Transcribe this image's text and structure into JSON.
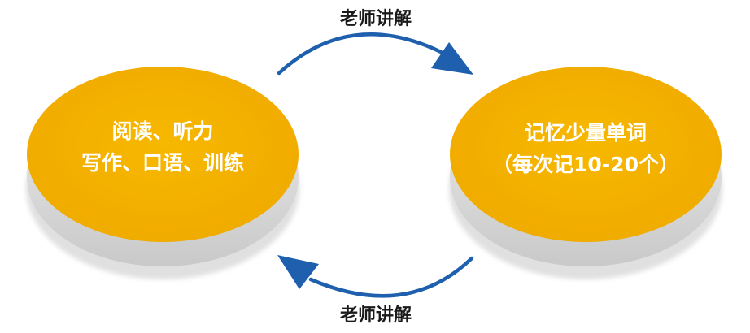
{
  "nodes": [
    {
      "id": "left",
      "lines": [
        "阅读、听力",
        "写作、口语、训练"
      ]
    },
    {
      "id": "right",
      "lines": [
        "记忆少量单词",
        "（每次记10-20个）"
      ]
    }
  ],
  "arrows": [
    {
      "id": "top",
      "label": "老师讲解"
    },
    {
      "id": "bottom",
      "label": "老师讲解"
    }
  ],
  "colors": {
    "disc_fill": "#F5B400",
    "disc_side": "#E4E4E4",
    "disc_side_shade": "#CFCFCF",
    "arrow": "#1E5FAE",
    "label_text": "#1A1A1A",
    "disc_text": "#FFFFFF"
  }
}
